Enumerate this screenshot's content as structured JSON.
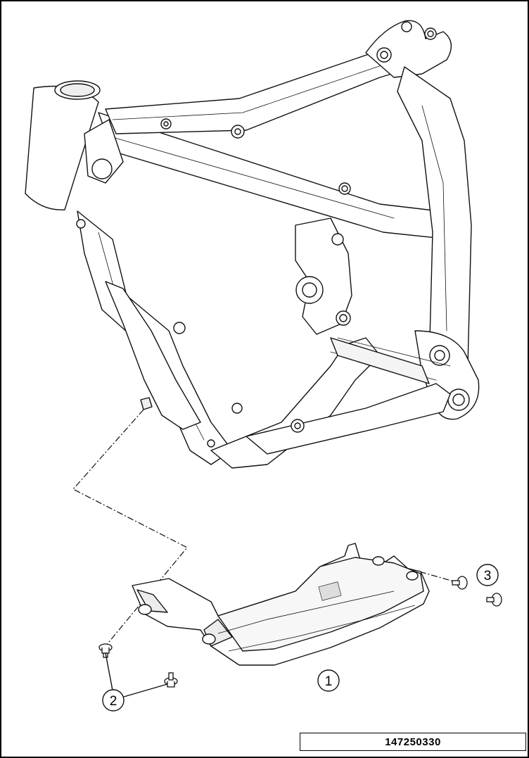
{
  "diagram": {
    "figure_number": "147250330",
    "callouts": [
      {
        "id": "part-1",
        "label": "1"
      },
      {
        "id": "part-2",
        "label": "2"
      },
      {
        "id": "part-3",
        "label": "3"
      }
    ],
    "colors": {
      "line": "#111111",
      "fill": "#ffffff",
      "shade": "#e8e8e8"
    }
  }
}
